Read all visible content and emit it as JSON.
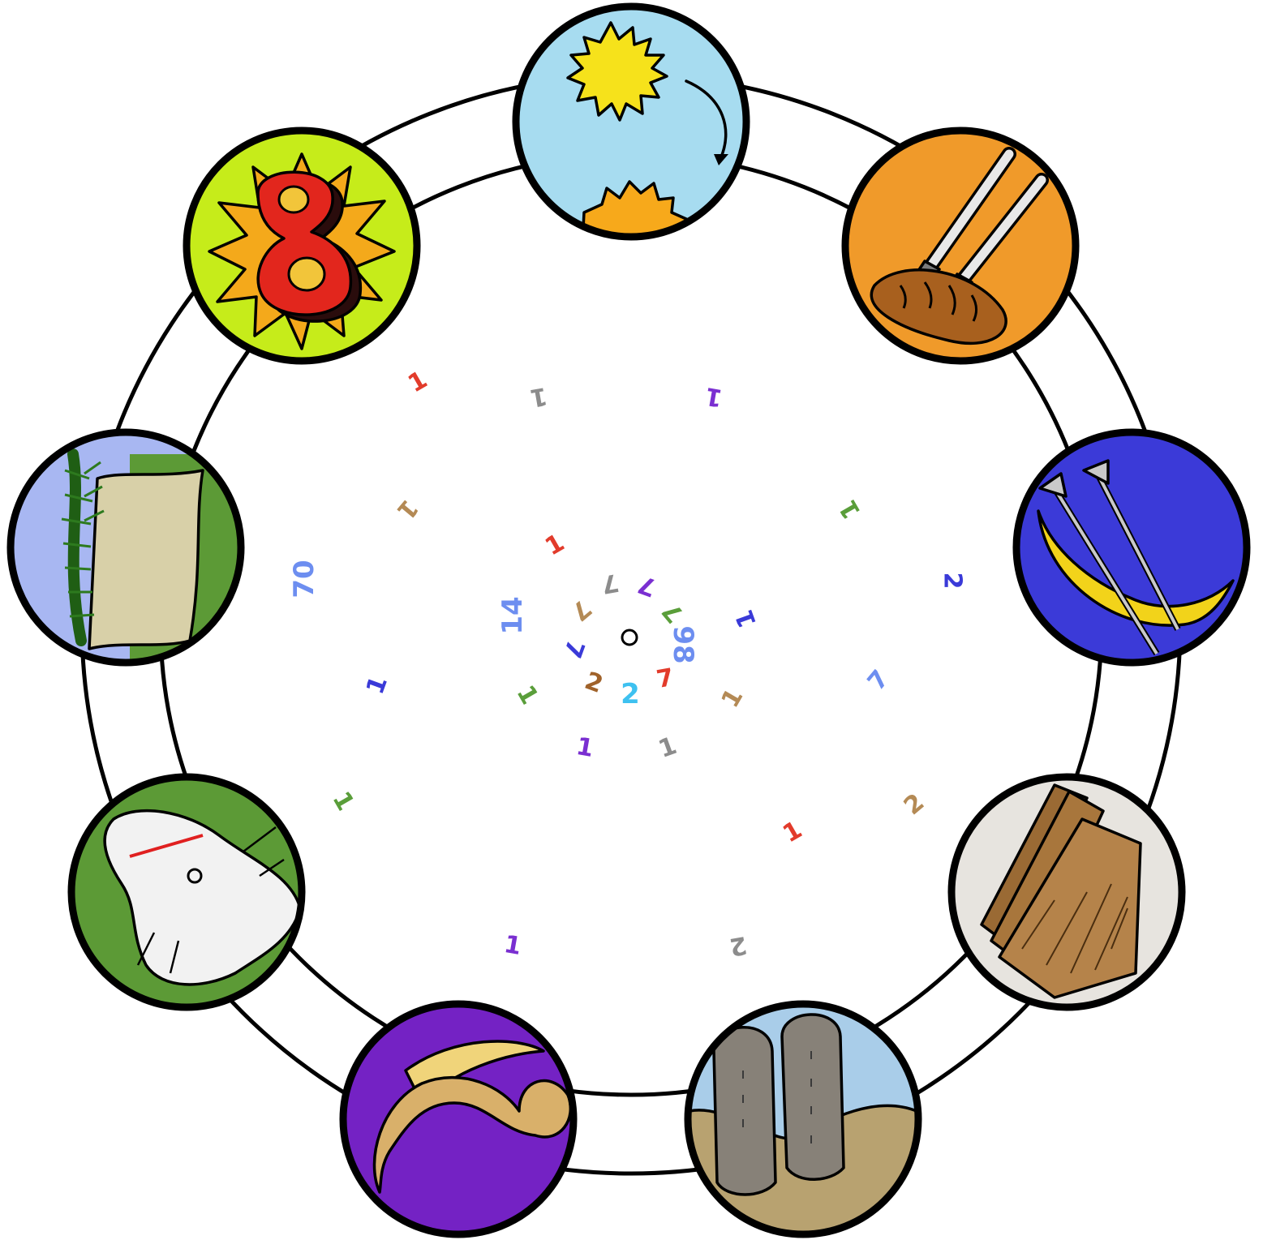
{
  "diagram": {
    "ring": {
      "stroke": "#000000"
    },
    "center_marker": "open-circle",
    "medallions": [
      {
        "id": "sunset",
        "icon": "sunset-icon",
        "background": "#a7dcf0"
      },
      {
        "id": "candles-challah",
        "icon": "candles-bread-icon",
        "background": "#f09a2a"
      },
      {
        "id": "trumpets-moon",
        "icon": "trumpets-crescent-icon",
        "background": "#3b3ad8"
      },
      {
        "id": "matzah",
        "icon": "matzah-icon",
        "background": "#e7e4df"
      },
      {
        "id": "tablets",
        "icon": "tablets-icon",
        "background": "#a9cde9"
      },
      {
        "id": "shofar",
        "icon": "shofar-icon",
        "background": "#7422c4"
      },
      {
        "id": "goat",
        "icon": "goat-icon",
        "background": "#5c9a36"
      },
      {
        "id": "sukkah-branches",
        "icon": "branches-icon",
        "background": "#a8b7f2"
      },
      {
        "id": "eight",
        "icon": "eight-icon",
        "background": "#c6ec1a"
      }
    ],
    "numbers": [
      {
        "text": "1",
        "color": "#e23b2b"
      },
      {
        "text": "1",
        "color": "#8c8c8c"
      },
      {
        "text": "1",
        "color": "#7a2fd1"
      },
      {
        "text": "1",
        "color": "#b48a55"
      },
      {
        "text": "1",
        "color": "#5a9e3a"
      },
      {
        "text": "1",
        "color": "#e23b2b"
      },
      {
        "text": "70",
        "color": "#6d8ef0"
      },
      {
        "text": "2",
        "color": "#3a3ad8"
      },
      {
        "text": "7",
        "color": "#8c8c8c"
      },
      {
        "text": "7",
        "color": "#7a2fd1"
      },
      {
        "text": "7",
        "color": "#b48a55"
      },
      {
        "text": "7",
        "color": "#5a9e3a"
      },
      {
        "text": "14",
        "color": "#6d8ef0"
      },
      {
        "text": "1",
        "color": "#3a3ad8"
      },
      {
        "text": "98",
        "color": "#6d8ef0"
      },
      {
        "text": "7",
        "color": "#3a3ad8"
      },
      {
        "text": "1",
        "color": "#3a3ad8"
      },
      {
        "text": "2",
        "color": "#a0622a"
      },
      {
        "text": "7",
        "color": "#e23b2b"
      },
      {
        "text": "2",
        "color": "#3ec1f0"
      },
      {
        "text": "1",
        "color": "#5a9e3a"
      },
      {
        "text": "7",
        "color": "#6d8ef0"
      },
      {
        "text": "1",
        "color": "#b48a55"
      },
      {
        "text": "1",
        "color": "#7a2fd1"
      },
      {
        "text": "1",
        "color": "#8c8c8c"
      },
      {
        "text": "1",
        "color": "#5a9e3a"
      },
      {
        "text": "2",
        "color": "#b48a55"
      },
      {
        "text": "1",
        "color": "#e23b2b"
      },
      {
        "text": "1",
        "color": "#7a2fd1"
      },
      {
        "text": "2",
        "color": "#8c8c8c"
      }
    ]
  }
}
